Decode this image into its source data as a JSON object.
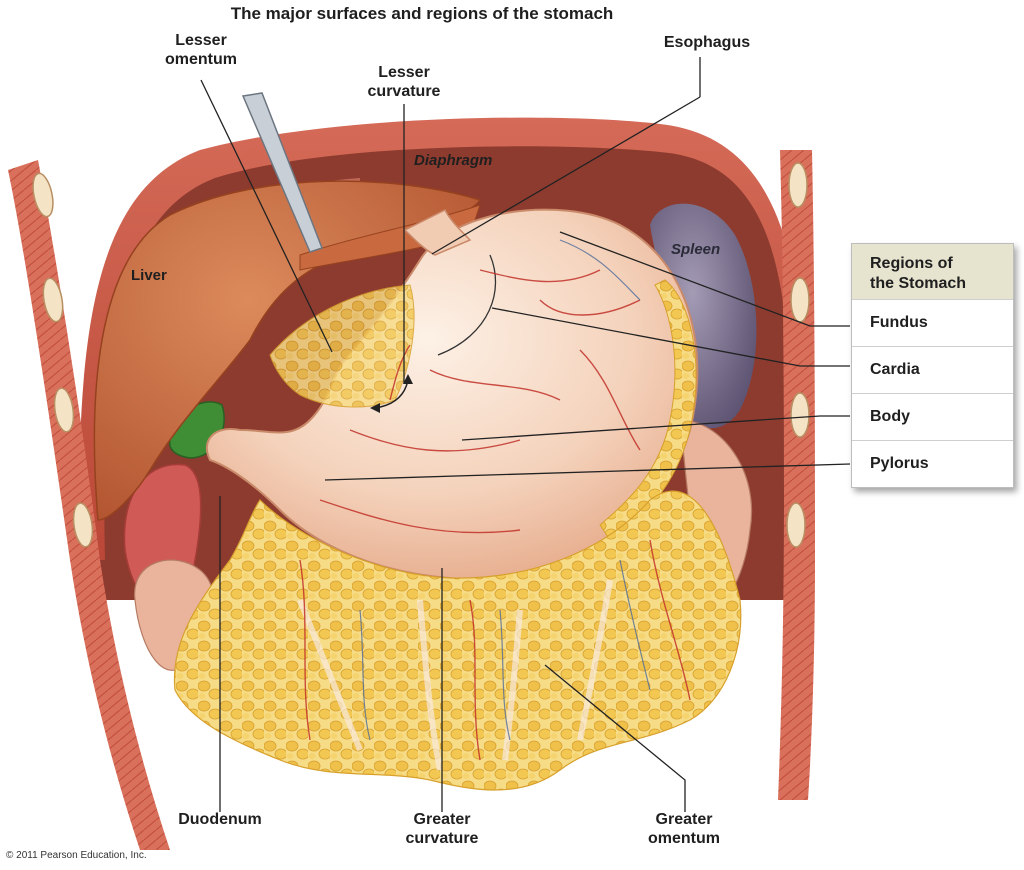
{
  "title": "The major surfaces and regions of the stomach",
  "labels": {
    "lesser_omentum": [
      "Lesser",
      "omentum"
    ],
    "lesser_curvature": [
      "Lesser",
      "curvature"
    ],
    "esophagus": "Esophagus",
    "diaphragm": "Diaphragm",
    "liver": "Liver",
    "spleen": "Spleen",
    "duodenum": "Duodenum",
    "greater_curvature": [
      "Greater",
      "curvature"
    ],
    "greater_omentum": [
      "Greater",
      "omentum"
    ]
  },
  "regions_box": {
    "heading": [
      "Regions of",
      "the Stomach"
    ],
    "items": [
      "Fundus",
      "Cardia",
      "Body",
      "Pylorus"
    ]
  },
  "copyright": "© 2011 Pearson Education, Inc.",
  "colors": {
    "muscle": "#c9574a",
    "liver": "#c7683f",
    "stomach": "#f3cfb5",
    "fat": "#f0c552",
    "spleen": "#7d7390",
    "gallbladder": "#3f8d35",
    "box_header": "#e6e4cf"
  }
}
